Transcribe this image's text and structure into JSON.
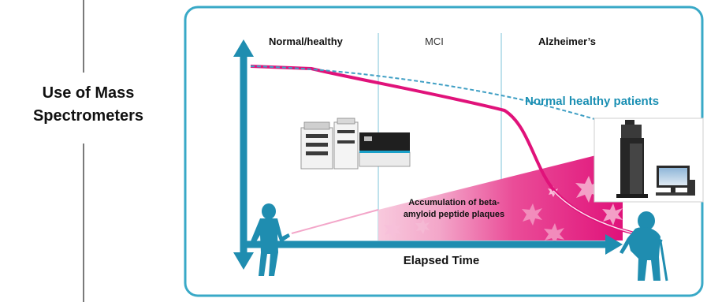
{
  "side_title": {
    "line1": "Use of Mass",
    "line2": "Spectrometers"
  },
  "phases": [
    "Normal/healthy",
    "MCI",
    "Alzheimer’s"
  ],
  "curve_label": "Normal healthy patients",
  "plaque_label": {
    "line1": "Accumulation of beta-",
    "line2": "amyloid peptide plaques"
  },
  "x_axis_label": "Elapsed Time",
  "colors": {
    "frame": "#39a9c7",
    "axis": "#1f8db0",
    "cognition_curve": "#e0127a",
    "healthy_curve": "#3f9fc4",
    "plaque_light": "#f3a6c9",
    "plaque_dark": "#e0127a"
  },
  "icons": {
    "lc_instrument": "lc-ms-instrument-icon",
    "ms_instrument": "mass-spectrometer-icon",
    "young_person": "young-person-icon",
    "elderly_person": "elderly-person-with-cane-icon"
  }
}
